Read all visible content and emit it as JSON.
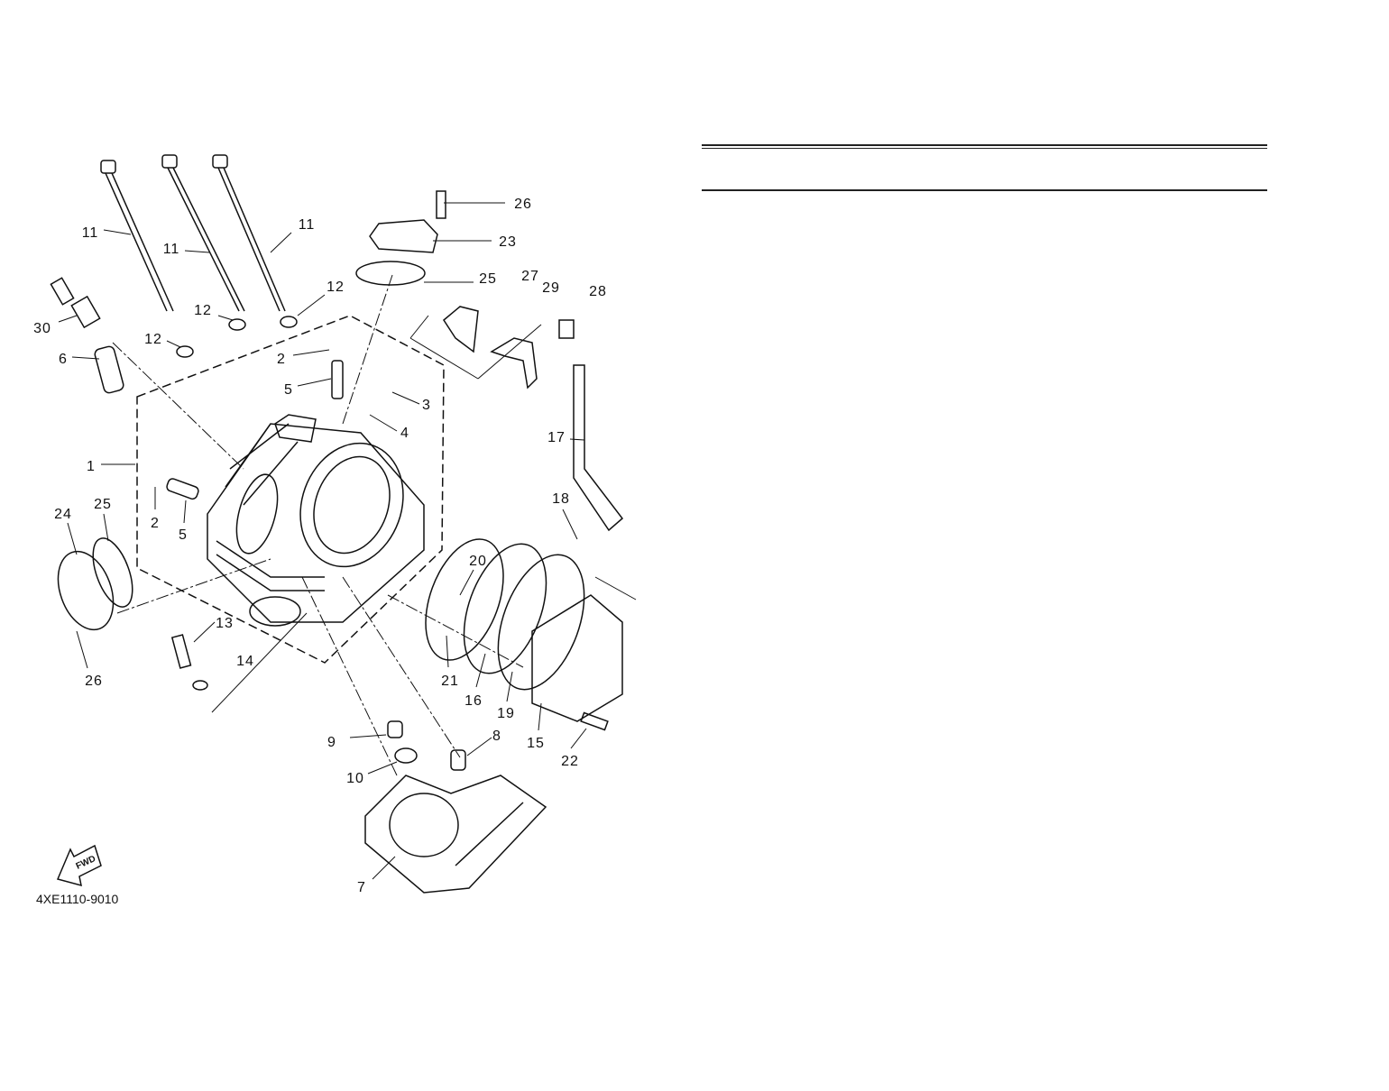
{
  "diagram": {
    "part_code": "4XE1110-9010",
    "fwd_label": "FWD",
    "callouts": [
      "26",
      "23",
      "25",
      "27",
      "29",
      "28",
      "11",
      "11",
      "11",
      "12",
      "12",
      "12",
      "30",
      "6",
      "2",
      "5",
      "3",
      "4",
      "17",
      "1",
      "18",
      "24",
      "25",
      "2",
      "5",
      "20",
      "13",
      "14",
      "26",
      "21",
      "16",
      "19",
      "15",
      "22",
      "9",
      "8",
      "10",
      "7"
    ]
  }
}
